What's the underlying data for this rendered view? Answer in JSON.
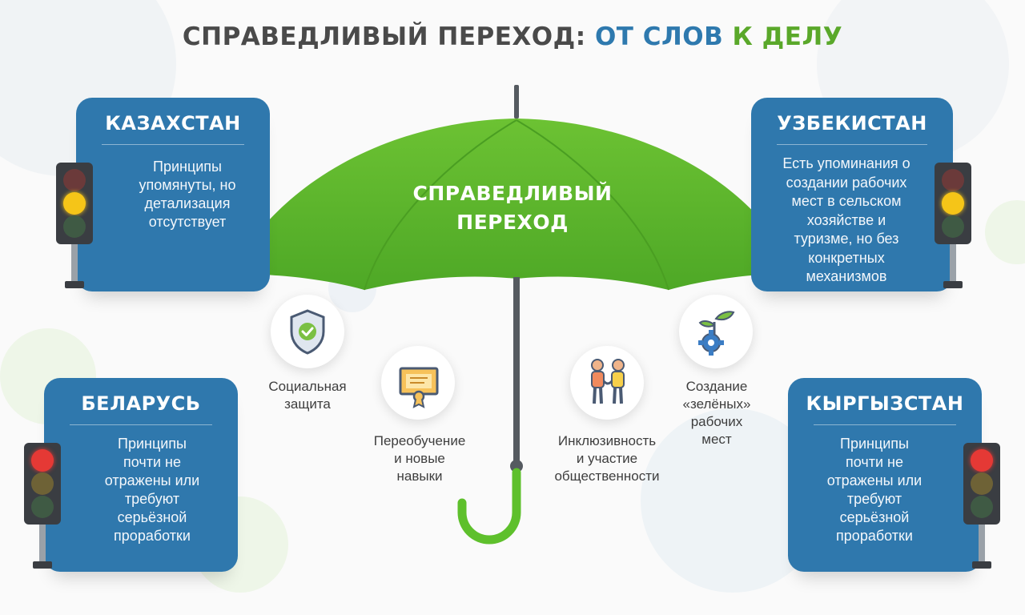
{
  "title": {
    "part1": "СПРАВЕДЛИВЫЙ ПЕРЕХОД:",
    "part2": "ОТ СЛОВ",
    "part3": "К ДЕЛУ"
  },
  "colors": {
    "card": "#2f78ad",
    "umbrella": "#5cb82a",
    "title_dark": "#4a4a4a",
    "title_blue": "#2e79ae",
    "title_green": "#5aa82a",
    "light_red": "#e53935",
    "light_yellow": "#f5c518",
    "light_green": "#43a047",
    "light_off": "#5b5e62"
  },
  "umbrella": {
    "line1": "СПРАВЕДЛИВЫЙ",
    "line2": "ПЕРЕХОД"
  },
  "countries": {
    "kazakhstan": {
      "name": "КАЗАХСТАН",
      "lines": [
        "Принципы",
        "упомянуты, но",
        "детализация",
        "отсутствует"
      ],
      "light": "yellow"
    },
    "uzbekistan": {
      "name": "УЗБЕКИСТАН",
      "lines": [
        "Есть упоминания о",
        "создании рабочих",
        "мест в сельском",
        "хозяйстве и",
        "туризме, но без",
        "конкретных",
        "механизмов"
      ],
      "light": "yellow"
    },
    "belarus": {
      "name": "БЕЛАРУСЬ",
      "lines": [
        "Принципы",
        "почти не",
        "отражены или",
        "требуют",
        "серьёзной",
        "проработки"
      ],
      "light": "red"
    },
    "kyrgyzstan": {
      "name": "КЫРГЫЗСТАН",
      "lines": [
        "Принципы",
        "почти не",
        "отражены или",
        "требуют",
        "серьёзной",
        "проработки"
      ],
      "light": "red"
    }
  },
  "pillars": {
    "social": {
      "icon": "shield-check-icon",
      "lines": [
        "Социальная",
        "защита"
      ]
    },
    "retraining": {
      "icon": "certificate-icon",
      "lines": [
        "Переобучение",
        "и новые",
        "навыки"
      ]
    },
    "inclusion": {
      "icon": "people-holding-hands-icon",
      "lines": [
        "Инклюзивность",
        "и участие",
        "общественности"
      ]
    },
    "green_jobs": {
      "icon": "sprout-gear-icon",
      "lines": [
        "Создание",
        "«зелёных»",
        "рабочих",
        "мест"
      ]
    }
  }
}
